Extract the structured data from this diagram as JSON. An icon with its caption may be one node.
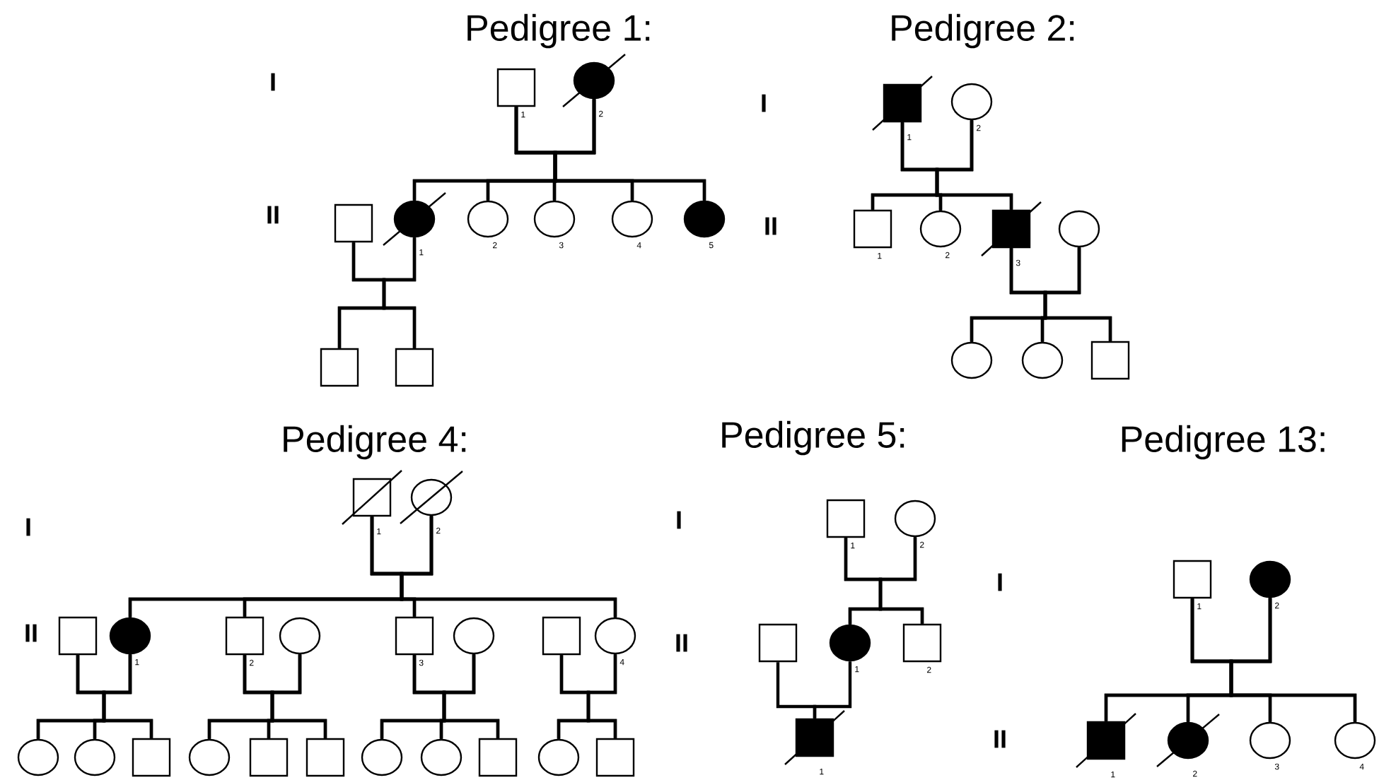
{
  "diagram": {
    "nodes": [
      {
        "text": [],
        "shape": "box",
        "beside": [
          "1"
        ]
      },
      {
        "text": [],
        "shape": "circle",
        "beside": [
          "2"
        ]
      },
      {
        "text": [],
        "shape": "box"
      },
      {
        "text": [],
        "shape": "circle",
        "beside": [
          "1"
        ]
      },
      {
        "text": [],
        "shape": "circle",
        "beside": [
          "2"
        ]
      },
      {
        "text": [],
        "shape": "circle",
        "beside": [
          "3"
        ]
      },
      {
        "text": [],
        "shape": "circle",
        "beside": [
          "4"
        ]
      },
      {
        "text": [],
        "shape": "circle",
        "beside": [
          "5"
        ]
      },
      {
        "text": [],
        "shape": "box"
      },
      {
        "text": [],
        "shape": "box"
      },
      {
        "text": [],
        "shape": "box",
        "beside": [
          "1"
        ]
      },
      {
        "text": [],
        "shape": "circle",
        "beside": [
          "2"
        ]
      },
      {
        "text": [],
        "shape": "box",
        "beside": [
          "1"
        ]
      },
      {
        "text": [],
        "shape": "circle",
        "beside": [
          "2"
        ]
      },
      {
        "text": [],
        "shape": "box",
        "beside": [
          "3"
        ]
      },
      {
        "text": [],
        "shape": "circle"
      },
      {
        "text": [],
        "shape": "circle"
      },
      {
        "text": [],
        "shape": "circle"
      },
      {
        "text": [],
        "shape": "box"
      },
      {
        "text": [],
        "shape": "box",
        "beside": [
          "1"
        ]
      },
      {
        "text": [],
        "shape": "circle",
        "beside": [
          "2"
        ]
      },
      {
        "text": [],
        "shape": "box"
      },
      {
        "text": [],
        "shape": "circle",
        "beside": [
          "1"
        ]
      },
      {
        "text": [],
        "shape": "box",
        "beside": [
          "2"
        ]
      },
      {
        "text": [],
        "shape": "circle"
      },
      {
        "text": [],
        "shape": "box",
        "beside": [
          "3"
        ]
      },
      {
        "text": [],
        "shape": "circle"
      },
      {
        "text": [],
        "shape": "box"
      },
      {
        "text": [],
        "shape": "circle",
        "beside": [
          "4"
        ]
      },
      {
        "text": [],
        "shape": "circle"
      },
      {
        "text": [],
        "shape": "circle"
      },
      {
        "text": [],
        "shape": "box"
      },
      {
        "text": [],
        "shape": "circle"
      },
      {
        "text": [],
        "shape": "box"
      },
      {
        "text": [],
        "shape": "box"
      },
      {
        "text": [],
        "shape": "circle"
      },
      {
        "text": [],
        "shape": "circle"
      },
      {
        "text": [],
        "shape": "box"
      },
      {
        "text": [],
        "shape": "circle"
      },
      {
        "text": [],
        "shape": "box"
      },
      {
        "text": [],
        "shape": "box",
        "beside": [
          "1"
        ]
      },
      {
        "text": [],
        "shape": "circle",
        "beside": [
          "2"
        ]
      },
      {
        "text": [],
        "shape": "box"
      },
      {
        "text": [],
        "shape": "circle",
        "beside": [
          "1"
        ]
      },
      {
        "text": [],
        "shape": "box",
        "beside": [
          "2"
        ]
      },
      {
        "text": [],
        "shape": "box",
        "beside": [
          "1"
        ]
      },
      {
        "text": [],
        "shape": "box",
        "beside": [
          "1"
        ]
      },
      {
        "text": [],
        "shape": "circle",
        "beside": [
          "2"
        ]
      },
      {
        "text": [],
        "shape": "box",
        "beside": [
          "1"
        ]
      },
      {
        "text": [],
        "shape": "circle",
        "beside": [
          "2"
        ]
      },
      {
        "text": [],
        "shape": "circle",
        "beside": [
          "3"
        ]
      },
      {
        "text": [],
        "shape": "circle",
        "beside": [
          "4"
        ]
      }
    ],
    "edges": [
      {
        "from": 0,
        "to": 3,
        "arrow": "none"
      },
      {
        "from": 1,
        "to": 3,
        "arrow": "none"
      },
      {
        "from": 0,
        "to": 4,
        "arrow": "none"
      },
      {
        "from": 1,
        "to": 4,
        "arrow": "none"
      },
      {
        "from": 0,
        "to": 5,
        "arrow": "none"
      },
      {
        "from": 1,
        "to": 5,
        "arrow": "none"
      },
      {
        "from": 0,
        "to": 6,
        "arrow": "none"
      },
      {
        "from": 1,
        "to": 6,
        "arrow": "none"
      },
      {
        "from": 0,
        "to": 7,
        "arrow": "none"
      },
      {
        "from": 1,
        "to": 7,
        "arrow": "none"
      },
      {
        "from": 2,
        "to": 8,
        "arrow": "none"
      },
      {
        "from": 3,
        "to": 8,
        "arrow": "none"
      },
      {
        "from": 2,
        "to": 9,
        "arrow": "none"
      },
      {
        "from": 3,
        "to": 9,
        "arrow": "none"
      },
      {
        "from": 10,
        "to": 12,
        "arrow": "none"
      },
      {
        "from": 11,
        "to": 12,
        "arrow": "none"
      },
      {
        "from": 10,
        "to": 13,
        "arrow": "none"
      },
      {
        "from": 11,
        "to": 13,
        "arrow": "none"
      },
      {
        "from": 10,
        "to": 14,
        "arrow": "none"
      },
      {
        "from": 11,
        "to": 14,
        "arrow": "none"
      },
      {
        "from": 14,
        "to": 16,
        "arrow": "none"
      },
      {
        "from": 15,
        "to": 16,
        "arrow": "none"
      },
      {
        "from": 14,
        "to": 17,
        "arrow": "none"
      },
      {
        "from": 15,
        "to": 17,
        "arrow": "none"
      },
      {
        "from": 14,
        "to": 18,
        "arrow": "none"
      },
      {
        "from": 15,
        "to": 18,
        "arrow": "none"
      },
      {
        "from": 19,
        "to": 22,
        "arrow": "none"
      },
      {
        "from": 20,
        "to": 22,
        "arrow": "none"
      },
      {
        "from": 19,
        "to": 23,
        "arrow": "none"
      },
      {
        "from": 20,
        "to": 23,
        "arrow": "none"
      },
      {
        "from": 19,
        "to": 25,
        "arrow": "none"
      },
      {
        "from": 20,
        "to": 25,
        "arrow": "none"
      },
      {
        "from": 19,
        "to": 28,
        "arrow": "none"
      },
      {
        "from": 20,
        "to": 28,
        "arrow": "none"
      },
      {
        "from": 21,
        "to": 29,
        "arrow": "none"
      },
      {
        "from": 22,
        "to": 29,
        "arrow": "none"
      },
      {
        "from": 21,
        "to": 30,
        "arrow": "none"
      },
      {
        "from": 22,
        "to": 30,
        "arrow": "none"
      },
      {
        "from": 21,
        "to": 31,
        "arrow": "none"
      },
      {
        "from": 22,
        "to": 31,
        "arrow": "none"
      },
      {
        "from": 23,
        "to": 32,
        "arrow": "none"
      },
      {
        "from": 24,
        "to": 32,
        "arrow": "none"
      },
      {
        "from": 23,
        "to": 33,
        "arrow": "none"
      },
      {
        "from": 24,
        "to": 33,
        "arrow": "none"
      },
      {
        "from": 23,
        "to": 34,
        "arrow": "none"
      },
      {
        "from": 24,
        "to": 34,
        "arrow": "none"
      },
      {
        "from": 25,
        "to": 35,
        "arrow": "none"
      },
      {
        "from": 26,
        "to": 35,
        "arrow": "none"
      },
      {
        "from": 25,
        "to": 36,
        "arrow": "none"
      },
      {
        "from": 26,
        "to": 36,
        "arrow": "none"
      },
      {
        "from": 25,
        "to": 37,
        "arrow": "none"
      },
      {
        "from": 26,
        "to": 37,
        "arrow": "none"
      },
      {
        "from": 27,
        "to": 38,
        "arrow": "none"
      },
      {
        "from": 28,
        "to": 38,
        "arrow": "none"
      },
      {
        "from": 27,
        "to": 39,
        "arrow": "none"
      },
      {
        "from": 28,
        "to": 39,
        "arrow": "none"
      },
      {
        "from": 40,
        "to": 43,
        "arrow": "none"
      },
      {
        "from": 41,
        "to": 43,
        "arrow": "none"
      },
      {
        "from": 40,
        "to": 44,
        "arrow": "none"
      },
      {
        "from": 41,
        "to": 44,
        "arrow": "none"
      },
      {
        "from": 42,
        "to": 45,
        "arrow": "none"
      },
      {
        "from": 43,
        "to": 45,
        "arrow": "none"
      },
      {
        "from": 46,
        "to": 48,
        "arrow": "none"
      },
      {
        "from": 47,
        "to": 48,
        "arrow": "none"
      },
      {
        "from": 46,
        "to": 49,
        "arrow": "none"
      },
      {
        "from": 47,
        "to": 49,
        "arrow": "none"
      },
      {
        "from": 46,
        "to": 50,
        "arrow": "none"
      },
      {
        "from": 47,
        "to": 50,
        "arrow": "none"
      },
      {
        "from": 46,
        "to": 51,
        "arrow": "none"
      },
      {
        "from": 47,
        "to": 51,
        "arrow": "none"
      }
    ],
    "labels": [
      "Pedigree 1:",
      "Pedigree 2:",
      "I",
      "I",
      "II",
      "II",
      "Pedigree 4:",
      "Pedigree 5:",
      "Pedigree 13:",
      "I",
      "I",
      "II",
      "I",
      "II",
      "II"
    ]
  }
}
